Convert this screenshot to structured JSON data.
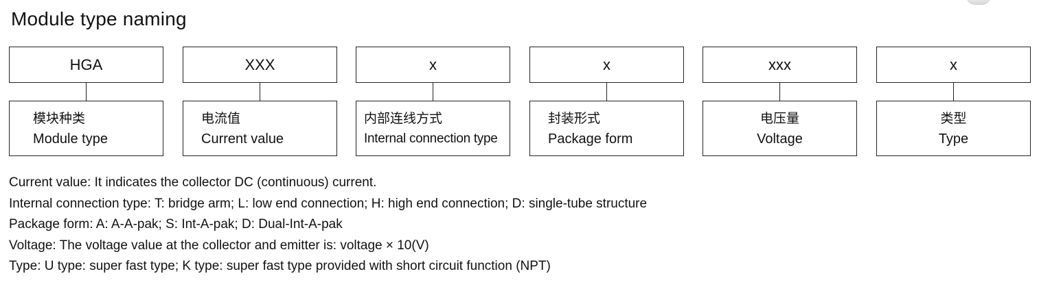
{
  "title": "Module type naming",
  "segments": [
    {
      "code": "HGA",
      "label_zh": "模块种类",
      "label_en": "Module type"
    },
    {
      "code": "XXX",
      "label_zh": "电流值",
      "label_en": "Current value"
    },
    {
      "code": "x",
      "label_zh": "内部连线方式",
      "label_en": "Internal connection type"
    },
    {
      "code": "x",
      "label_zh": "封装形式",
      "label_en": "Package form"
    },
    {
      "code": "xxx",
      "label_zh": "电压量",
      "label_en": "Voltage"
    },
    {
      "code": "x",
      "label_zh": "类型",
      "label_en": "Type"
    }
  ],
  "notes": [
    "Current value: It indicates the collector DC (continuous) current.",
    "Internal connection type: T: bridge arm; L: low end connection; H: high end connection; D: single-tube structure",
    "Package form: A: A-A-pak; S: Int-A-pak; D: Dual-Int-A-pak",
    "Voltage: The voltage value at the collector and emitter is: voltage × 10(V)",
    "Type: U type: super fast type; K type: super fast type provided with short circuit function (NPT)"
  ]
}
